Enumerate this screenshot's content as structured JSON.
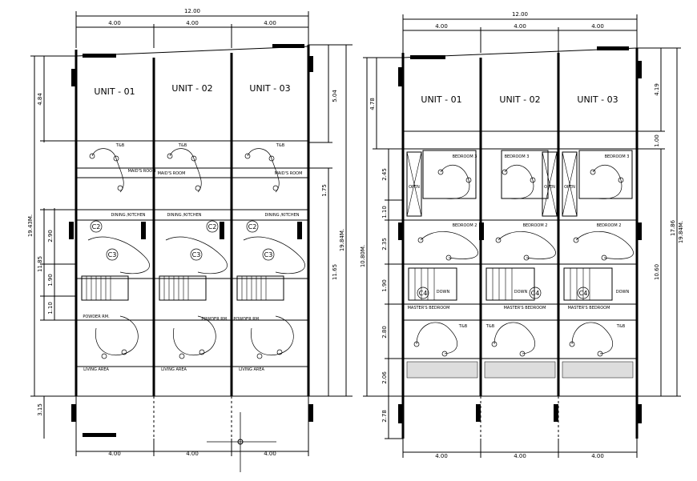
{
  "left_plan": {
    "top_total": "12.00",
    "top_segments": [
      "4.00",
      "4.00",
      "4.00"
    ],
    "bottom_segments": [
      "4.00",
      "4.00",
      "4.00"
    ],
    "units": [
      "UNIT - 01",
      "UNIT - 02",
      "UNIT - 03"
    ],
    "left_dims": {
      "total": "19.43M.",
      "sub_total": "11.85",
      "upper": "4.84",
      "d290": "2.90",
      "d190": "1.90",
      "d110": "1.10",
      "lower": "3.15"
    },
    "right_dims": {
      "total": "19.84M.",
      "upper": "5.04",
      "d175": "1.75",
      "lower": "11.65"
    },
    "rooms": {
      "maids_room": "MAID'S ROOM",
      "dining_kitchen": "DINING /KITCHEN",
      "powder_rm": "POWDER RM.",
      "living_area": "LIVING AREA",
      "tb": "T&B"
    },
    "circuits": [
      "C2",
      "C3"
    ]
  },
  "right_plan": {
    "top_total": "12.00",
    "top_segments": [
      "4.00",
      "4.00",
      "4.00"
    ],
    "bottom_segments": [
      "4.00",
      "4.00",
      "4.00"
    ],
    "units": [
      "UNIT - 01",
      "UNIT - 02",
      "UNIT - 03"
    ],
    "left_dims": {
      "total": "10.80M.",
      "upper": "4.78",
      "d245": "2.45",
      "d110": "1.10",
      "d235": "2.35",
      "d190": "1.90",
      "d280": "2.80",
      "d206": "2.06",
      "d278": "2.78"
    },
    "right_dims": {
      "total": "19.84M.",
      "sub_total": "17.86",
      "upper": "4.19",
      "d100": "1.00",
      "lower": "10.60"
    },
    "rooms": {
      "bedroom3": "BEDROOM 3",
      "bedroom2": "BEDROOM 2",
      "masters_bedroom": "MASTER'S BEDROOM",
      "open": "OPEN",
      "down": "DOWN",
      "tb": "T&B"
    },
    "circuits": [
      "C4"
    ]
  }
}
